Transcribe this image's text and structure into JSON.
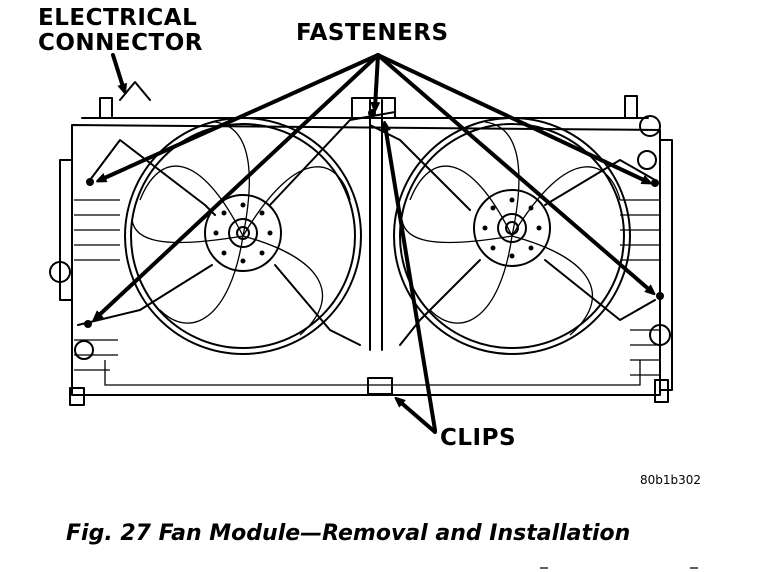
{
  "labels": {
    "electrical_connector_line1": "ELECTRICAL",
    "electrical_connector_line2": "CONNECTOR",
    "fasteners": "FASTENERS",
    "clips": "CLIPS",
    "figure_code": "80b1b302"
  },
  "caption": "Fig. 27 Fan Module—Removal and Installation",
  "colors": {
    "ink": "#000000",
    "paper": "#ffffff"
  }
}
